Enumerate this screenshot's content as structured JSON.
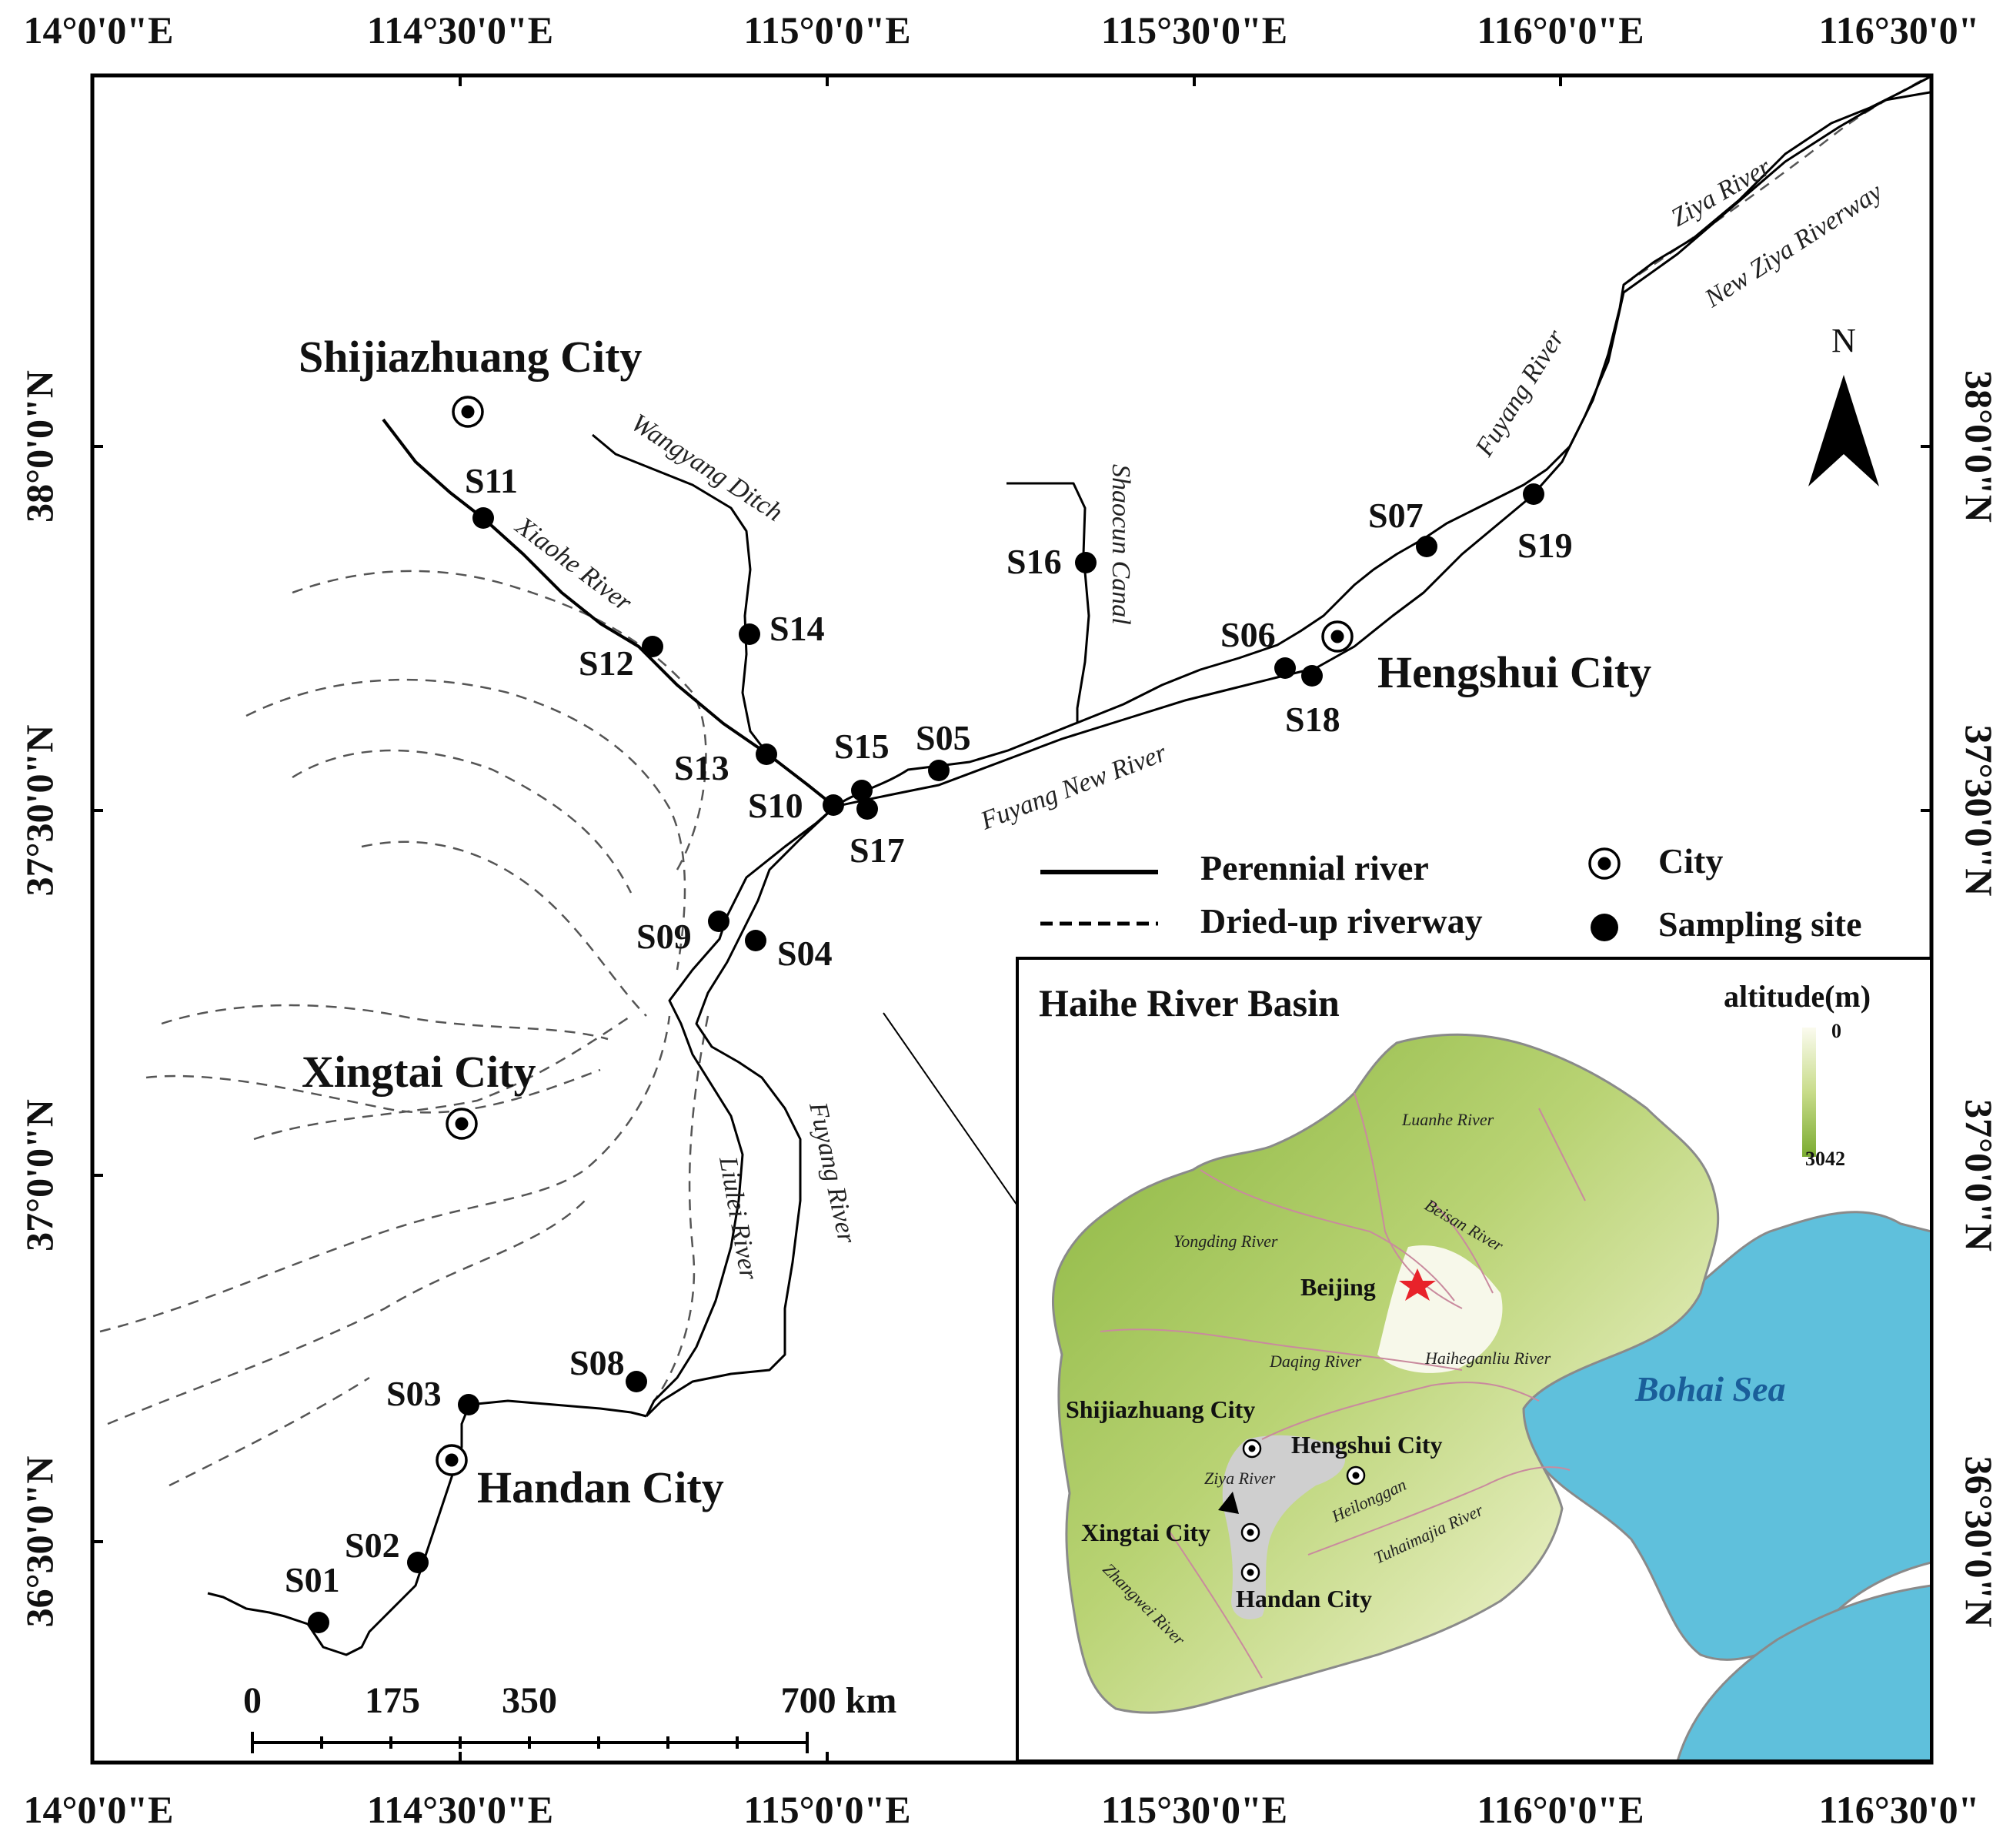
{
  "coords": {
    "top": [
      "14°0'0\"E",
      "114°30'0\"E",
      "115°0'0\"E",
      "115°30'0\"E",
      "116°0'0\"E",
      "116°30'0\""
    ],
    "bottom": [
      "14°0'0\"E",
      "114°30'0\"E",
      "115°0'0\"E",
      "115°30'0\"E",
      "116°0'0\"E",
      "116°30'0\""
    ],
    "left": [
      "38°0'0\"N",
      "37°30'0\"N",
      "37°0'0\"N",
      "36°30'0\"N"
    ],
    "right": [
      "38°0'0\"N",
      "37°30'0\"N",
      "37°0'0\"N",
      "36°30'0\"N"
    ]
  },
  "cities": {
    "shijiazhuang": "Shijiazhuang City",
    "xingtai": "Xingtai City",
    "handan": "Handan City",
    "hengshui": "Hengshui City"
  },
  "sites": [
    "S01",
    "S02",
    "S03",
    "S04",
    "S05",
    "S06",
    "S07",
    "S08",
    "S09",
    "S10",
    "S11",
    "S12",
    "S13",
    "S14",
    "S15",
    "S16",
    "S17",
    "S18",
    "S19"
  ],
  "rivers": {
    "xiaohe": "Xiaohe River",
    "wangyang": "Wangyang Ditch",
    "shaocun": "Shaocun Canal",
    "fuyang_new": "Fuyang New River",
    "fuyang_ne": "Fuyang River",
    "fuyang_s": "Fuyang River",
    "liulei": "Liulei River",
    "ziya": "Ziya River",
    "new_ziya": "New Ziya Riverway"
  },
  "north": "N",
  "legend": {
    "perennial": "Perennial river",
    "dried": "Dried-up riverway",
    "city": "City",
    "site": "Sampling site"
  },
  "scale": {
    "zero": "0",
    "a": "175",
    "b": "350",
    "c": "700 km"
  },
  "inset": {
    "title": "Haihe River Basin",
    "altitude_label": "altitude(m)",
    "alt_min": "0",
    "alt_max": "3042",
    "sea": "Bohai Sea",
    "beijing": "Beijing",
    "cities": {
      "shijiazhuang": "Shijiazhuang City",
      "hengshui": "Hengshui City",
      "xingtai": "Xingtai City",
      "handan": "Handan City"
    },
    "rivers": {
      "luanhe": "Luanhe River",
      "yongding": "Yongding River",
      "beisan": "Beisan River",
      "daqing": "Daqing River",
      "haihe": "Haiheganliu River",
      "ziya": "Ziya River",
      "heilonggan": "Heilonggan",
      "tuhai": "Tuhaimajia River",
      "zhangwei": "Zhangwei River"
    }
  },
  "colors": {
    "sea": "#5fc0dc",
    "high_altitude": "#86b33a",
    "low_altitude": "#f4f6dc",
    "star": "#e8222a",
    "inset_river": "#c98a9e"
  }
}
